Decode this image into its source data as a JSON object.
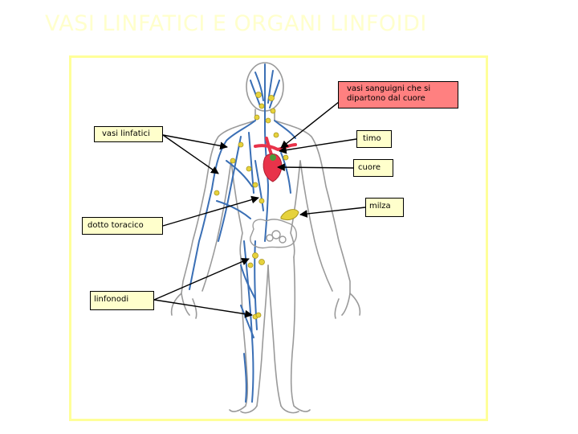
{
  "title": "VASI LINFATICI E ORGANI LINFOIDI",
  "labels": {
    "vasi_sanguigni": "vasi sanguigni che si dipartono dal cuore",
    "vasi_linfatici": "vasi linfatici",
    "timo": "timo",
    "cuore": "cuore",
    "milza": "milza",
    "dotto_toracico": "dotto toracico",
    "linfonodi": "linfonodi"
  },
  "colors": {
    "title": "#ffffcc",
    "frame": "#ffff99",
    "label_yellow": "#ffffcc",
    "label_red": "#ff8080",
    "vessel_blue": "#3a6fb5",
    "node_yellow": "#e6d23c",
    "heart_red": "#e8334a"
  }
}
